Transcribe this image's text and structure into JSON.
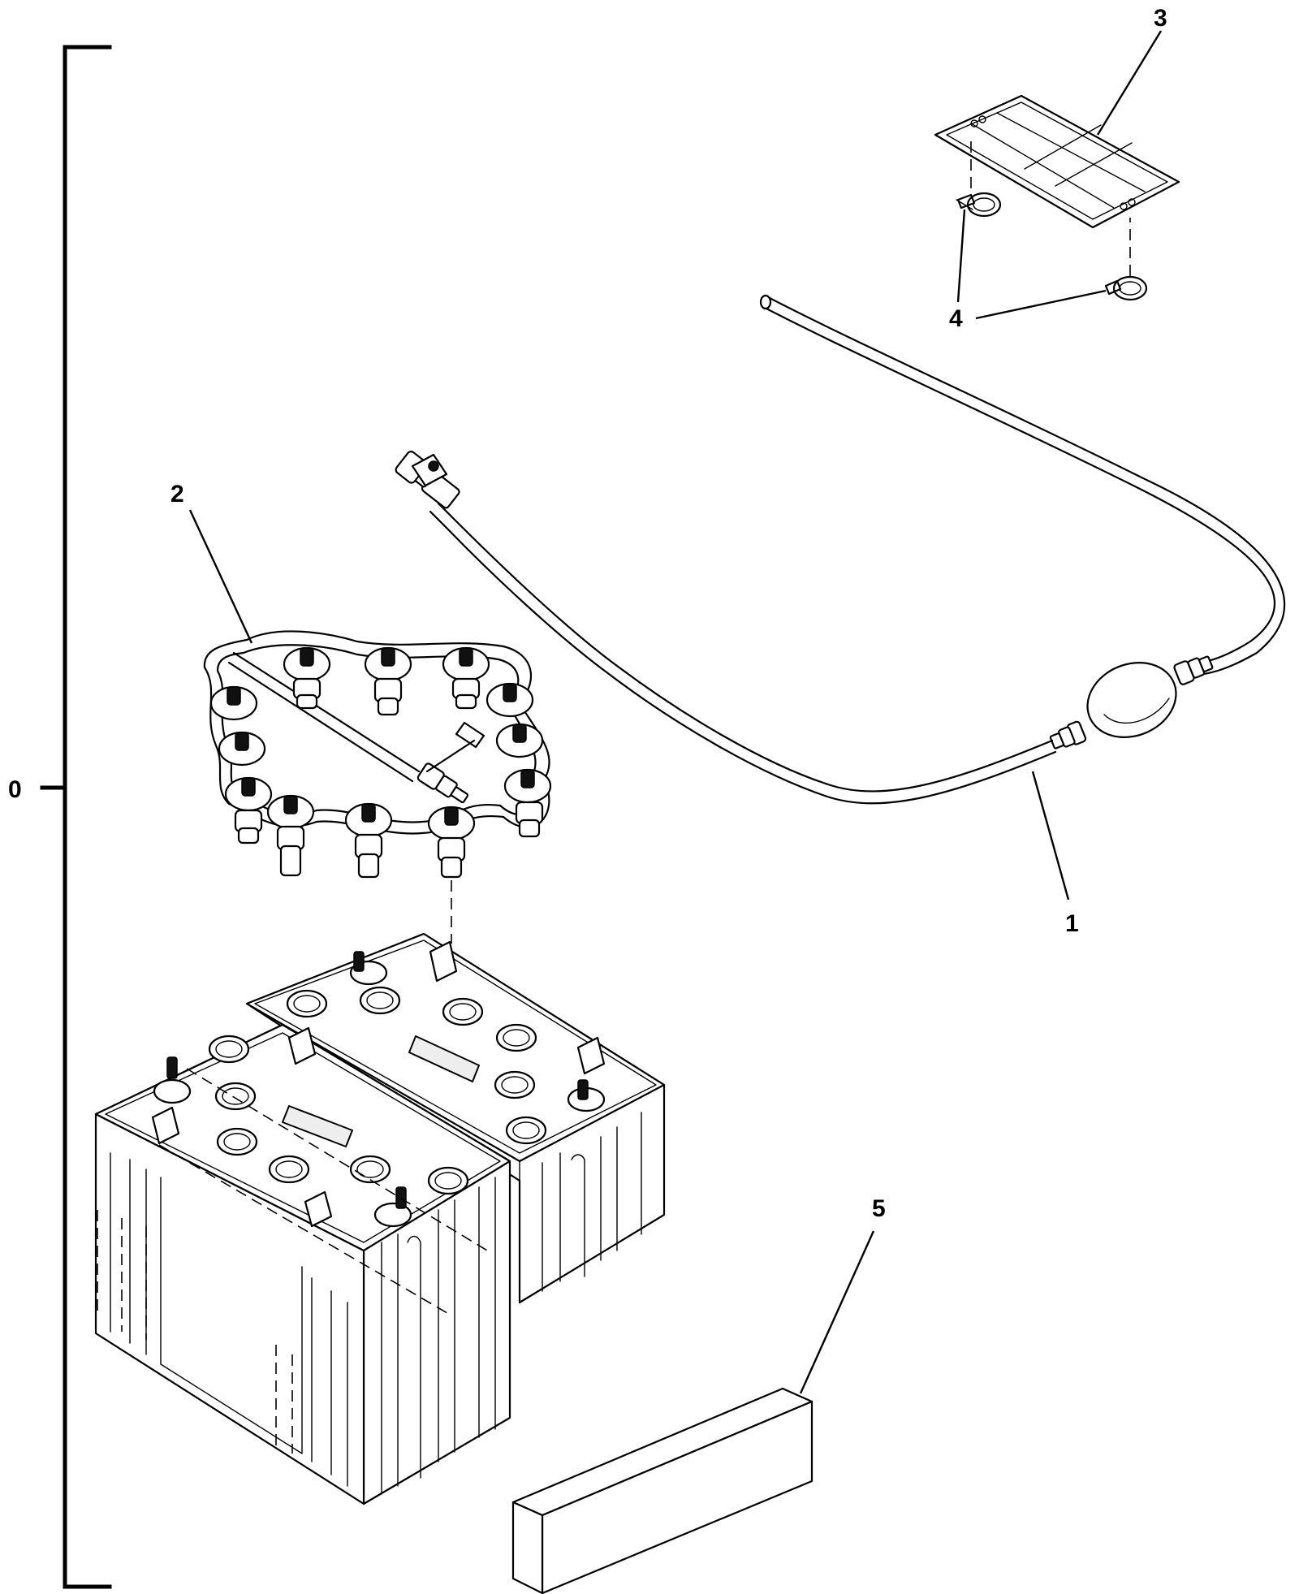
{
  "callouts": {
    "assembly": "0",
    "hose_pump": "1",
    "watering_harness": "2",
    "label_tag": "3",
    "ties": "4",
    "spacer_block": "5"
  }
}
